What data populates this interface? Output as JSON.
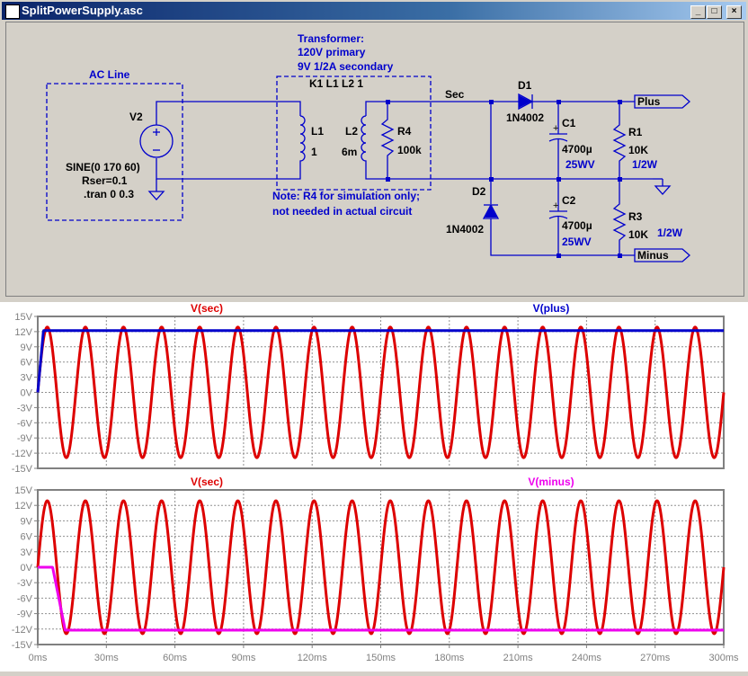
{
  "window": {
    "title": "SplitPowerSupply.asc"
  },
  "schematic": {
    "ac_line_label": "AC Line",
    "source_name": "V2",
    "source_value": "SINE(0 170 60)",
    "source_rser": "Rser=0.1",
    "tran_directive": ".tran 0 0.3",
    "transformer_note": [
      "Transformer:",
      "120V primary",
      "9V 1/2A secondary"
    ],
    "coupling": "K1 L1 L2 1",
    "L1_name": "L1",
    "L1_value": "1",
    "L2_name": "L2",
    "L2_value": "6m",
    "R4_name": "R4",
    "R4_value": "100k",
    "sim_note": [
      "Note: R4 for simulation only;",
      "not needed in actual circuit"
    ],
    "net_sec": "Sec",
    "D1_name": "D1",
    "D1_value": "1N4002",
    "D2_name": "D2",
    "D2_value": "1N4002",
    "C1_name": "C1",
    "C1_value": "4700µ",
    "C1_rating": "25WV",
    "C2_name": "C2",
    "C2_value": "4700µ",
    "C2_rating": "25WV",
    "R1_name": "R1",
    "R1_value": "10K",
    "R1_rating": "1/2W",
    "R3_name": "R3",
    "R3_value": "10K",
    "R3_rating": "1/2W",
    "port_plus": "Plus",
    "port_minus": "Minus",
    "colors": {
      "wire": "#0000cc",
      "label": "#0000cc",
      "bg": "#d4d0c8"
    }
  },
  "chart_data": [
    {
      "type": "line",
      "series": [
        {
          "name": "V(sec)",
          "color": "#dd0000",
          "kind": "sine",
          "amplitude": 12.9,
          "freq_hz": 60
        },
        {
          "name": "V(plus)",
          "color": "#0000cc",
          "kind": "charge_pos",
          "final": 12.2,
          "rise_ms": 2.5
        }
      ],
      "x_ticks": [
        "0ms",
        "30ms",
        "60ms",
        "90ms",
        "120ms",
        "150ms",
        "180ms",
        "210ms",
        "240ms",
        "270ms",
        "300ms"
      ],
      "y_ticks": [
        "15V",
        "12V",
        "9V",
        "6V",
        "3V",
        "0V",
        "-3V",
        "-6V",
        "-9V",
        "-12V",
        "-15V"
      ],
      "xlim": [
        0,
        300
      ],
      "ylim": [
        -15,
        15
      ],
      "grid": true
    },
    {
      "type": "line",
      "series": [
        {
          "name": "V(sec)",
          "color": "#dd0000",
          "kind": "sine",
          "amplitude": 12.9,
          "freq_hz": 60
        },
        {
          "name": "V(minus)",
          "color": "#ee00ee",
          "kind": "charge_neg",
          "final": -12.2,
          "start_ms": 6.5,
          "fall_ms": 5.5
        }
      ],
      "x_ticks": [
        "0ms",
        "30ms",
        "60ms",
        "90ms",
        "120ms",
        "150ms",
        "180ms",
        "210ms",
        "240ms",
        "270ms",
        "300ms"
      ],
      "y_ticks": [
        "15V",
        "12V",
        "9V",
        "6V",
        "3V",
        "0V",
        "-3V",
        "-6V",
        "-9V",
        "-12V",
        "-15V"
      ],
      "xlim": [
        0,
        300
      ],
      "ylim": [
        -15,
        15
      ],
      "grid": true
    }
  ]
}
